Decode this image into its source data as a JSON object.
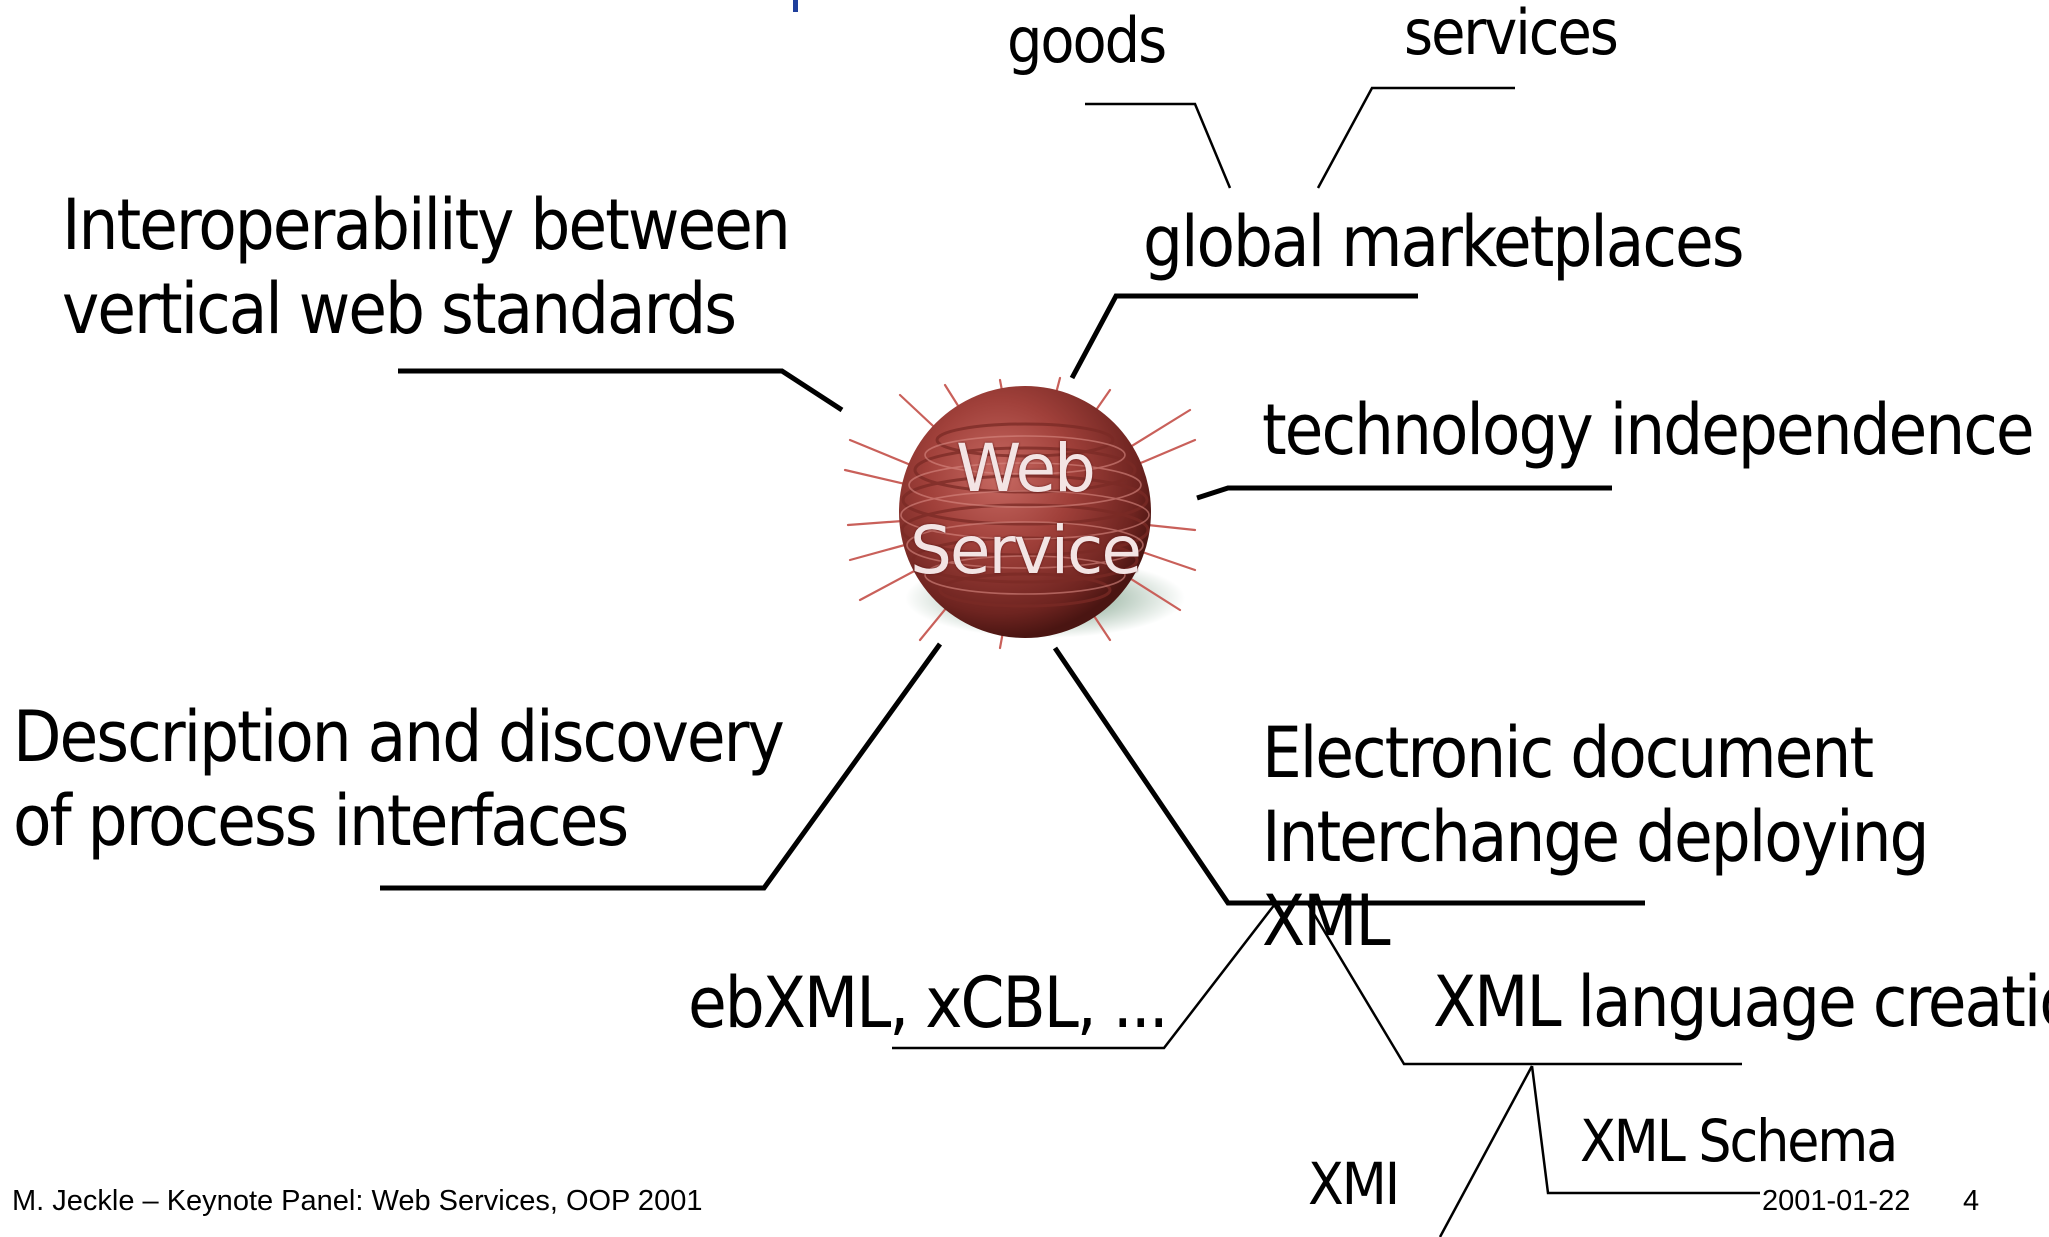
{
  "diagram": {
    "center": {
      "line1": "Web",
      "line2": "Service"
    },
    "labels": {
      "goods": "goods",
      "services": "services",
      "global_marketplaces": "global marketplaces",
      "interoperability": "Interoperability between\nvertical web standards",
      "technology_independence": "technology independence",
      "description_discovery": "Description and discovery\nof process interfaces",
      "electronic_document": "Electronic document\nInterchange deploying XML",
      "ebxml": "ebXML, xCBL, ...",
      "xml_language_creation": "XML language creation",
      "xml_schema": "XML Schema",
      "xmi": "XMI"
    },
    "colors": {
      "title_accent": "#1f3f9c",
      "sphere_base": "#9e3b37",
      "connector": "#000000"
    }
  },
  "footer": {
    "author_event": "M. Jeckle – Keynote Panel: Web Services, OOP 2001",
    "date": "2001-01-22",
    "page_number": "4"
  }
}
